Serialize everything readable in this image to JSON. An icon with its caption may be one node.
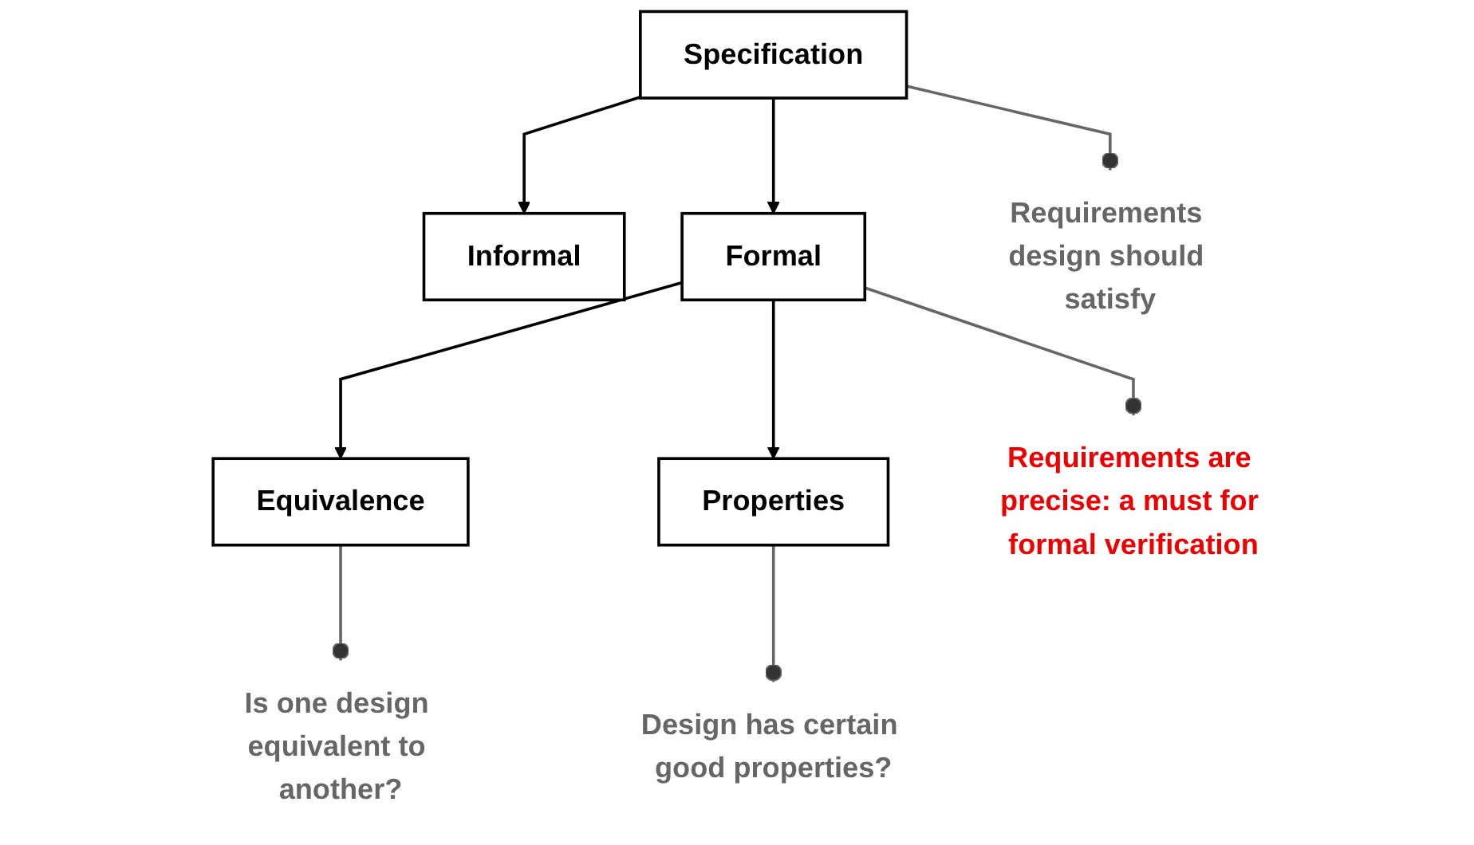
{
  "diagram": {
    "nodes": [
      {
        "text": [
          "Specification"
        ]
      },
      {
        "text": [
          "Informal"
        ]
      },
      {
        "text": [
          "Formal"
        ]
      },
      {
        "text": [
          "Equivalence"
        ]
      },
      {
        "text": [
          "Properties"
        ]
      },
      {
        "text": [
          "Requirements design should satisfy"
        ]
      },
      {
        "text": [
          "Requirements are precise: a must for formal verification"
        ]
      },
      {
        "text": [
          "Is one design equivalent to another?"
        ]
      },
      {
        "text": [
          "Design has certain good properties?"
        ]
      }
    ],
    "edges": [
      {
        "from": 0,
        "to": 1,
        "arrow": "to"
      },
      {
        "from": 0,
        "to": 2,
        "arrow": "to"
      },
      {
        "from": 2,
        "to": 3,
        "arrow": "to"
      },
      {
        "from": 2,
        "to": 4,
        "arrow": "to"
      },
      {
        "from": 0,
        "to": 5,
        "arrow": "other",
        "color": "#666666"
      },
      {
        "from": 2,
        "to": 6,
        "arrow": "other",
        "color": "#666666"
      },
      {
        "from": 3,
        "to": 7,
        "arrow": "other",
        "color": "#666666"
      },
      {
        "from": 4,
        "to": 8,
        "arrow": "other",
        "color": "#666666"
      }
    ]
  }
}
